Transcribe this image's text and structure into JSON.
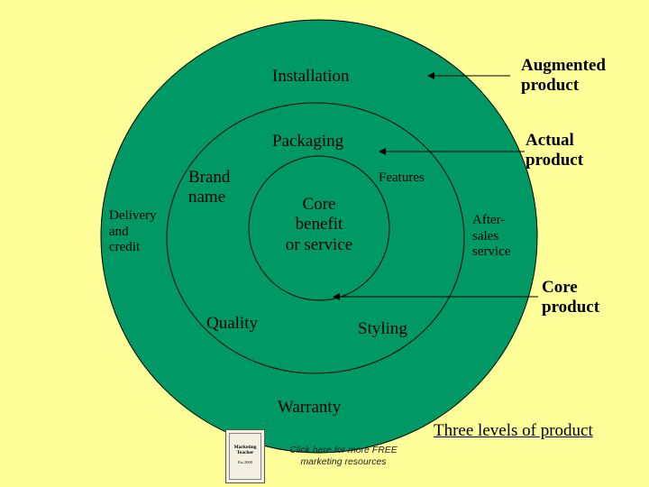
{
  "colors": {
    "background": "#ffff99",
    "ring_fill": "#009966",
    "ring_stroke": "#000000"
  },
  "rings": [
    {
      "name": "augmented",
      "label": "Augmented\nproduct"
    },
    {
      "name": "actual",
      "label": "Actual\nproduct"
    },
    {
      "name": "core",
      "label": "Core\nproduct"
    }
  ],
  "labels": {
    "installation": "Installation",
    "packaging": "Packaging",
    "brand_name": "Brand\nname",
    "features": "Features",
    "core_benefit": "Core\nbenefit\nor service",
    "delivery_credit": "Delivery\nand\ncredit",
    "after_sales": "After-\nsales\nservice",
    "quality": "Quality",
    "styling": "Styling",
    "warranty": "Warranty"
  },
  "title": "Three levels of product",
  "footer": {
    "badge_text": "Marketing\nTeacher",
    "badge_est": "Est 2000",
    "promo": "Click here for more FREE\nmarketing resources"
  }
}
